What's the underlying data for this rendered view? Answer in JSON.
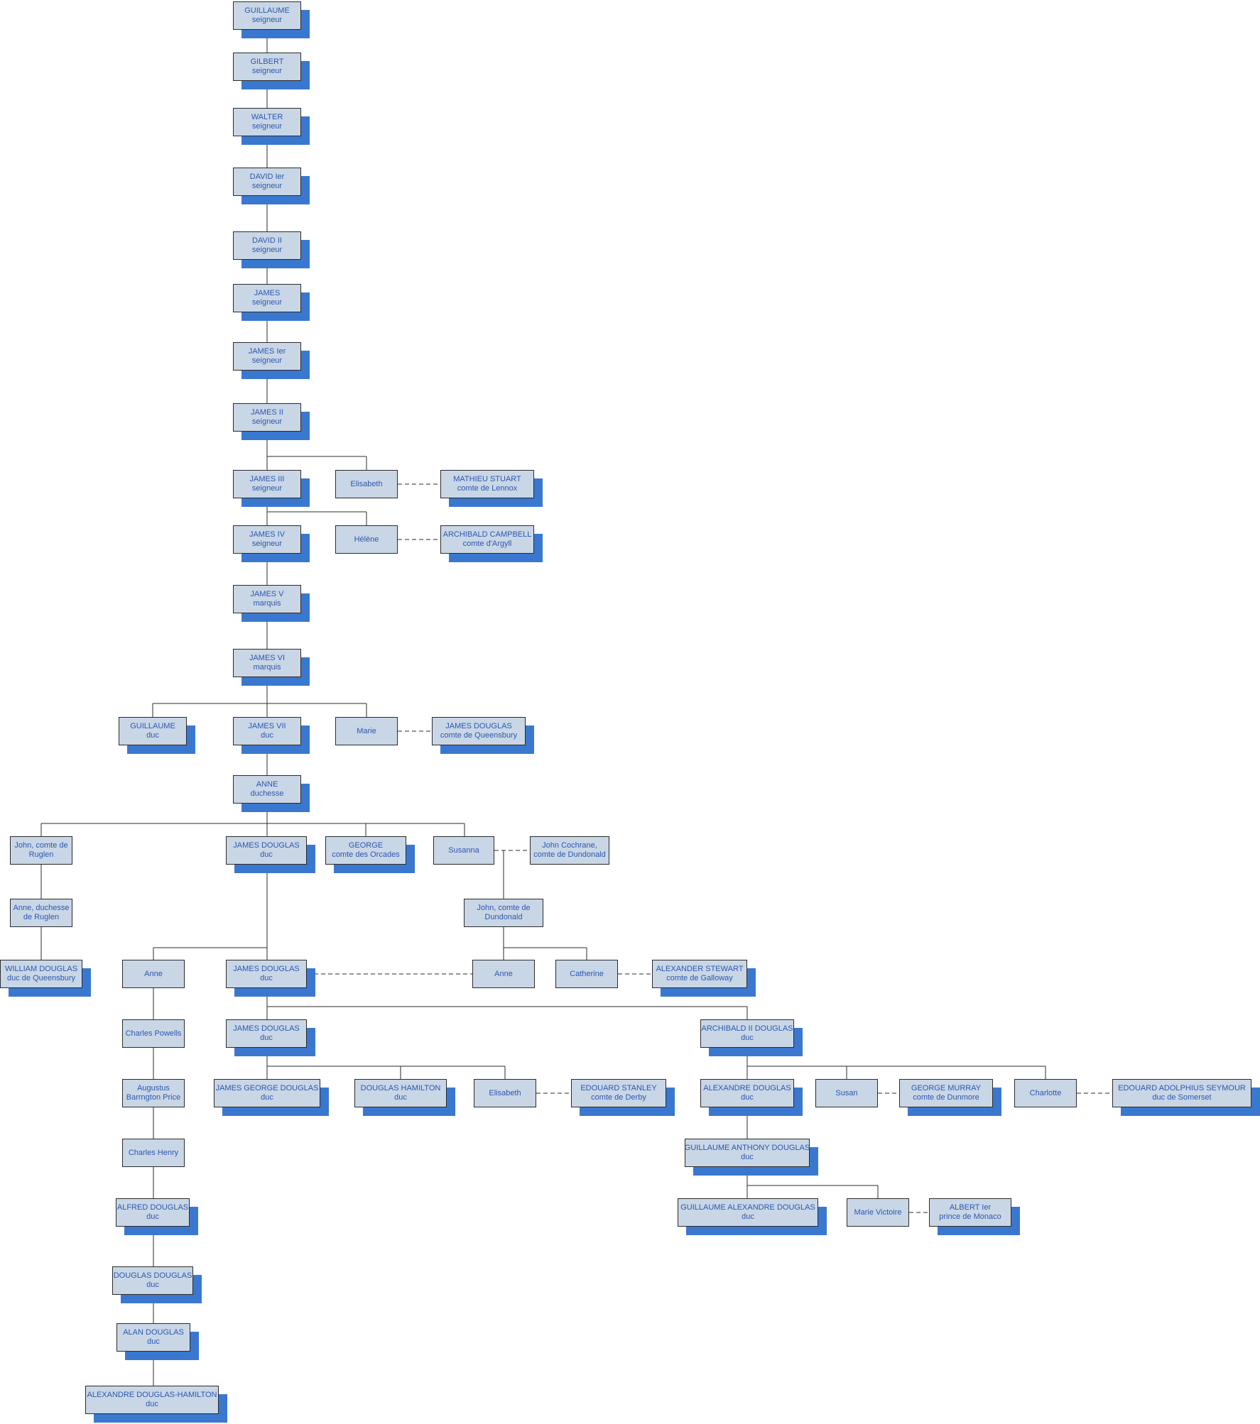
{
  "nodes": {
    "n0": {
      "line1": "GUILLAUME",
      "line2": "seigneur"
    },
    "n1": {
      "line1": "GILBERT",
      "line2": "seigneur"
    },
    "n2": {
      "line1": "WALTER",
      "line2": "seigneur"
    },
    "n3": {
      "line1": "DAVID Ier",
      "line2": "seigneur"
    },
    "n4": {
      "line1": "DAVID II",
      "line2": "seigneur"
    },
    "n5": {
      "line1": "JAMES",
      "line2": "seigneur"
    },
    "n6": {
      "line1": "JAMES Ier",
      "line2": "seigneur"
    },
    "n7": {
      "line1": "JAMES II",
      "line2": "seigneur"
    },
    "n8": {
      "line1": "JAMES III",
      "line2": "seigneur"
    },
    "n9": {
      "line1": "Elisabeth",
      "line2": ""
    },
    "n10": {
      "line1": "MATHIEU STUART",
      "line2": "comte de Lennox"
    },
    "n11": {
      "line1": "JAMES IV",
      "line2": "seigneur"
    },
    "n12": {
      "line1": "Hélène",
      "line2": ""
    },
    "n13": {
      "line1": "ARCHIBALD CAMPBELL",
      "line2": "comte d'Argyll"
    },
    "n14": {
      "line1": "JAMES V",
      "line2": "marquis"
    },
    "n15": {
      "line1": "JAMES VI",
      "line2": "marquis"
    },
    "n16": {
      "line1": "GUILLAUME",
      "line2": "duc"
    },
    "n17": {
      "line1": "JAMES VII",
      "line2": "duc"
    },
    "n18": {
      "line1": "Marie",
      "line2": ""
    },
    "n19": {
      "line1": "JAMES DOUGLAS",
      "line2": "comte de Queensbury"
    },
    "n20": {
      "line1": "ANNE",
      "line2": "duchesse"
    },
    "n21": {
      "line1": "John, comte de",
      "line2": "Ruglen"
    },
    "n22": {
      "line1": "JAMES DOUGLAS",
      "line2": "duc"
    },
    "n23": {
      "line1": "GEORGE",
      "line2": "comte des Orcades"
    },
    "n24": {
      "line1": "Susanna",
      "line2": ""
    },
    "n25": {
      "line1": "John Cochrane,",
      "line2": "comte de Dundonald"
    },
    "n26": {
      "line1": "Anne, duchesse",
      "line2": "de Ruglen"
    },
    "n27": {
      "line1": "John, comte de",
      "line2": "Dundonald"
    },
    "n28": {
      "line1": "WILLIAM DOUGLAS",
      "line2": "duc de Queensbury"
    },
    "n29": {
      "line1": "Anne",
      "line2": ""
    },
    "n30": {
      "line1": "JAMES DOUGLAS",
      "line2": "duc"
    },
    "n31": {
      "line1": "Anne",
      "line2": ""
    },
    "n32": {
      "line1": "Catherine",
      "line2": ""
    },
    "n33": {
      "line1": "ALEXANDER STEWART",
      "line2": "comte de Galloway"
    },
    "n34": {
      "line1": "Charles Powells",
      "line2": ""
    },
    "n35": {
      "line1": "JAMES DOUGLAS",
      "line2": "duc"
    },
    "n36": {
      "line1": "ARCHIBALD II DOUGLAS",
      "line2": "duc"
    },
    "n37": {
      "line1": "Augustus",
      "line2": "Barrngton Price"
    },
    "n38": {
      "line1": "JAMES GEORGE DOUGLAS",
      "line2": "duc"
    },
    "n39": {
      "line1": "DOUGLAS HAMILTON",
      "line2": "duc"
    },
    "n40": {
      "line1": "Elisabeth",
      "line2": ""
    },
    "n41": {
      "line1": "EDOUARD STANLEY",
      "line2": "comte de Derby"
    },
    "n42": {
      "line1": "ALEXANDRE DOUGLAS",
      "line2": "duc"
    },
    "n43": {
      "line1": "Susan",
      "line2": ""
    },
    "n44": {
      "line1": "GEORGE MURRAY",
      "line2": "comte de Dunmore"
    },
    "n45": {
      "line1": "Charlotte",
      "line2": ""
    },
    "n46": {
      "line1": "EDOUARD ADOLPHIUS SEYMOUR",
      "line2": "duc de Somerset"
    },
    "n47": {
      "line1": "Charles Henry",
      "line2": ""
    },
    "n48": {
      "line1": "GUILLAUME ANTHONY DOUGLAS",
      "line2": "duc"
    },
    "n49": {
      "line1": "ALFRED DOUGLAS",
      "line2": "duc"
    },
    "n50": {
      "line1": "GUILLAUME ALEXANDRE DOUGLAS",
      "line2": "duc"
    },
    "n51": {
      "line1": "Marie Victoire",
      "line2": ""
    },
    "n52": {
      "line1": "ALBERT Ier",
      "line2": "prince de Monaco"
    },
    "n53": {
      "line1": "DOUGLAS DOUGLAS",
      "line2": "duc"
    },
    "n54": {
      "line1": "ALAN DOUGLAS",
      "line2": "duc"
    },
    "n55": {
      "line1": "ALEXANDRE DOUGLAS-HAMILTON",
      "line2": "duc"
    }
  },
  "colors": {
    "box_fill": "#c9d6e6",
    "box_border": "#2b2b2b",
    "shadow": "#3a78d0",
    "text": "#2c58b0",
    "line": "#2b2b2b"
  }
}
